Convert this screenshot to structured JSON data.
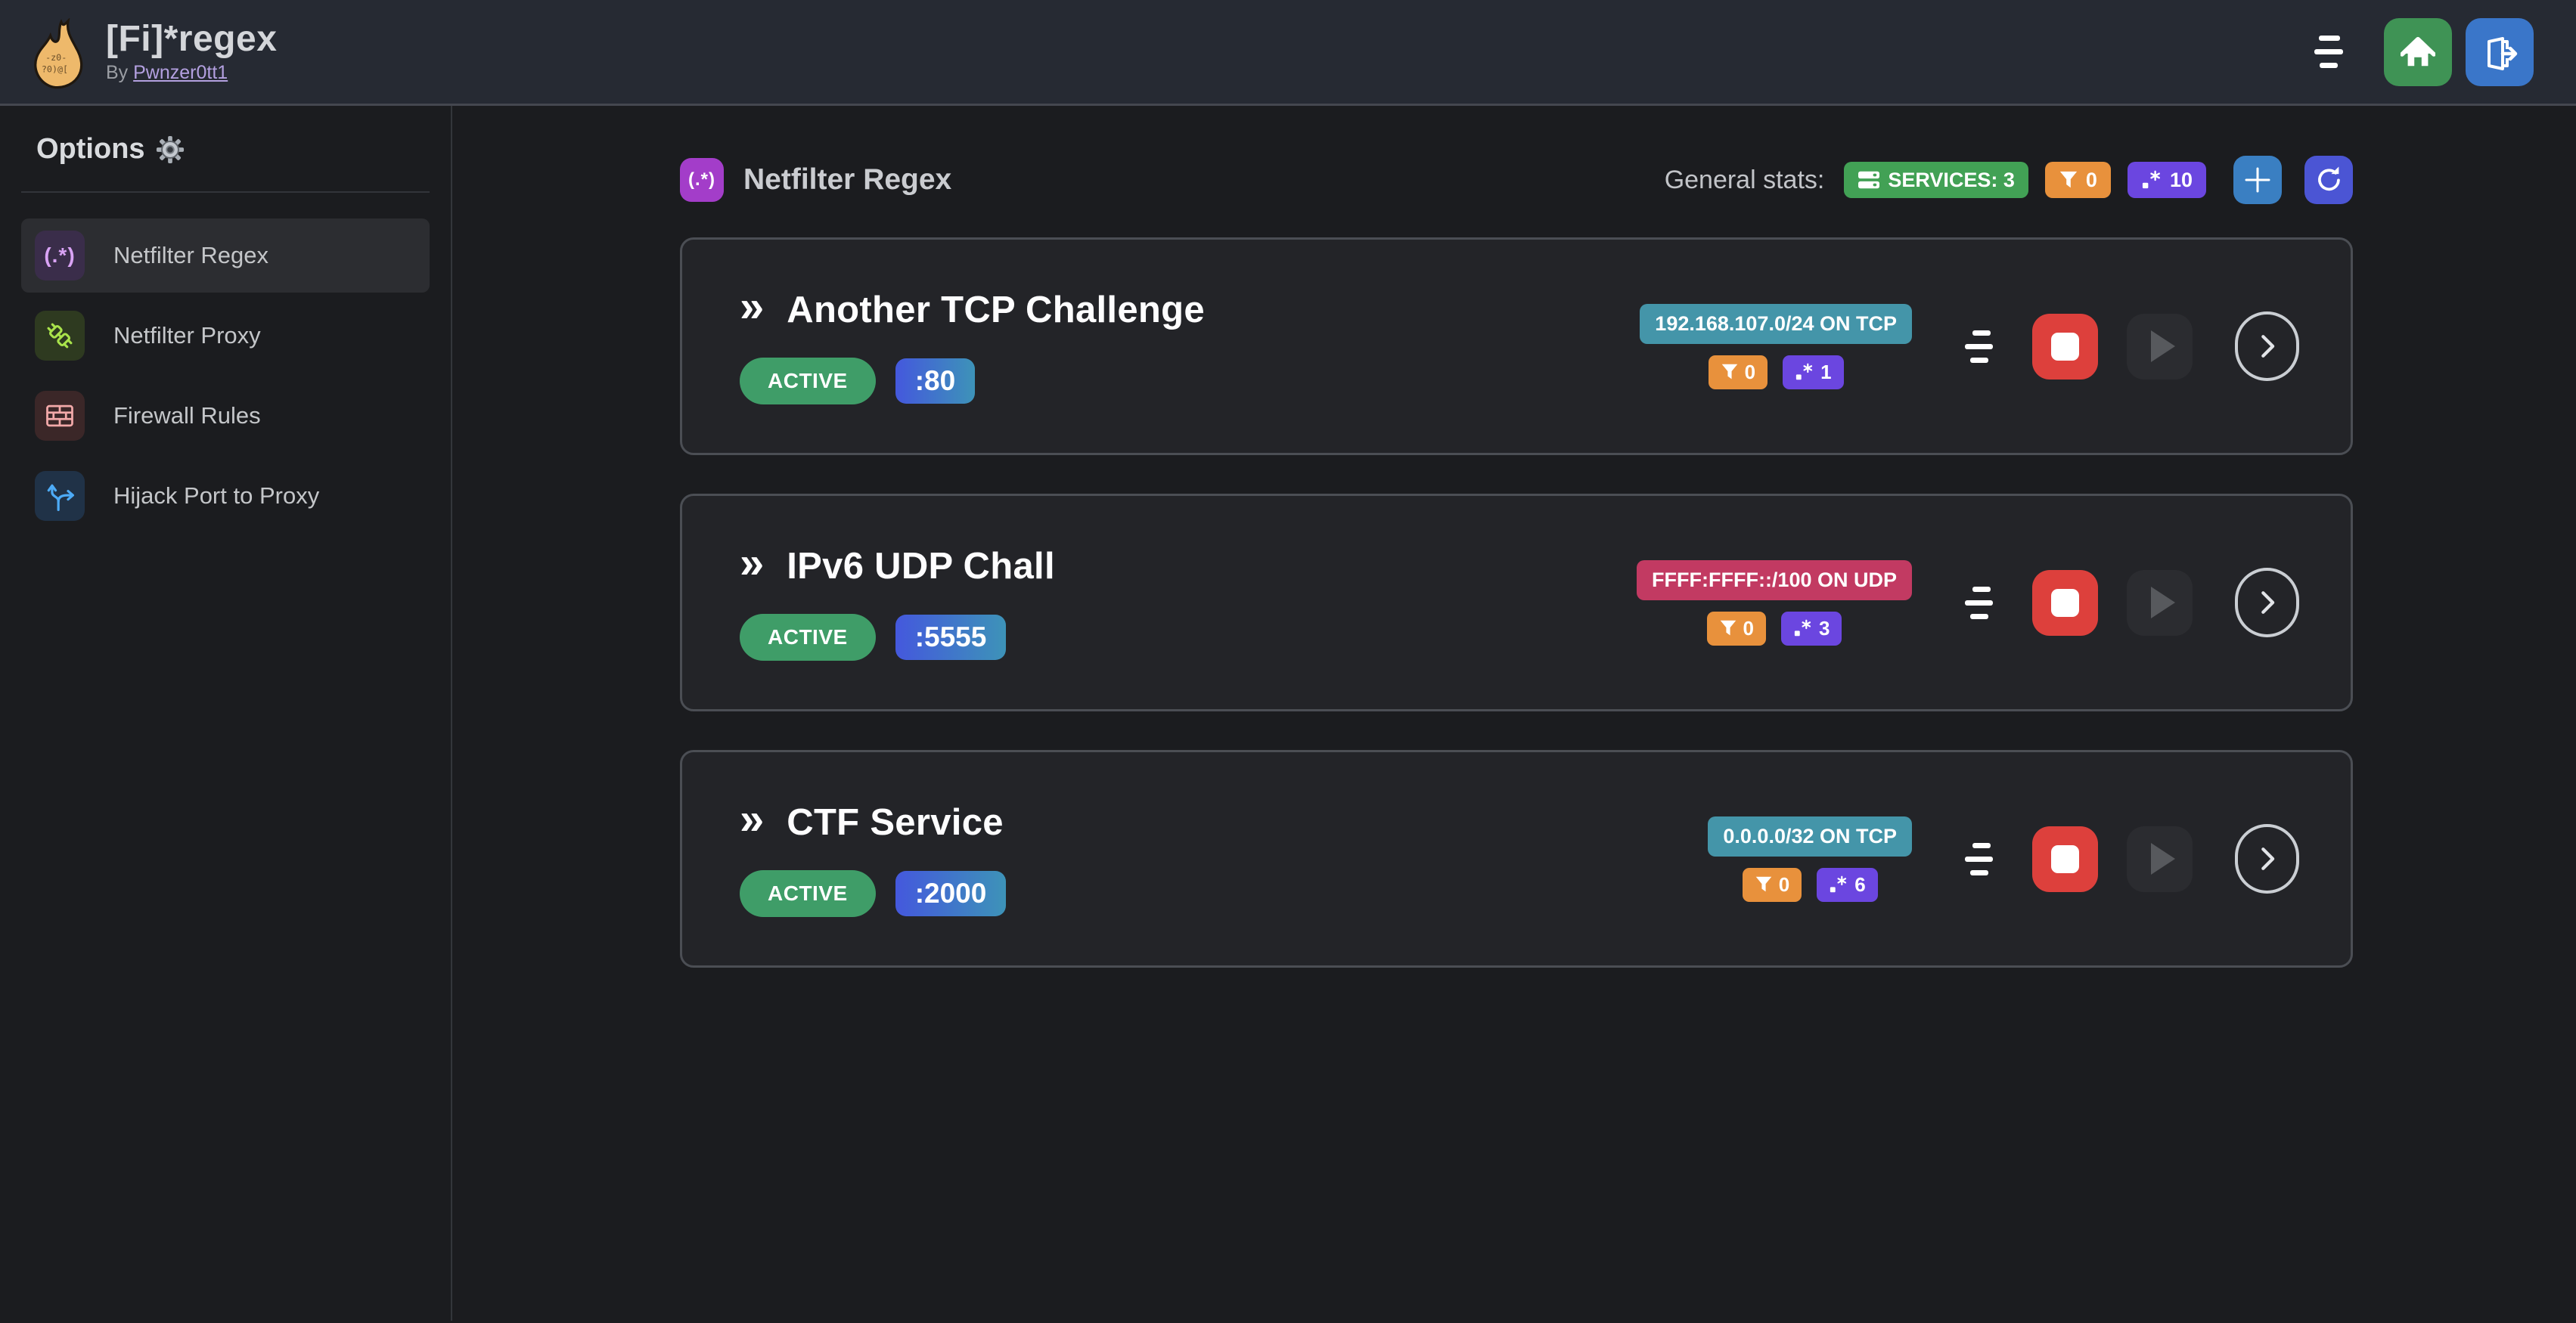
{
  "topbar": {
    "title": "[Fi]*regex",
    "by_label": "By ",
    "author_link": "Pwnzer0tt1"
  },
  "sidebar": {
    "heading": "Options",
    "items": [
      {
        "label": "Netfilter Regex",
        "icon": "regex-icon",
        "active": true
      },
      {
        "label": "Netfilter Proxy",
        "icon": "plug-icon",
        "active": false
      },
      {
        "label": "Firewall Rules",
        "icon": "firewall-bricks-icon",
        "active": false
      },
      {
        "label": "Hijack Port to Proxy",
        "icon": "split-arrows-icon",
        "active": false
      }
    ]
  },
  "main": {
    "title": "Netfilter Regex",
    "stats_label": "General stats:",
    "stats": {
      "services": "SERVICES: 3",
      "filtered": "0",
      "regexes": "10"
    },
    "services": [
      {
        "name": "Another TCP Challenge",
        "status": "ACTIVE",
        "port": ":80",
        "cidr": "192.168.107.0/24 ON TCP",
        "filtered": "0",
        "regexes": "1"
      },
      {
        "name": "IPv6 UDP Chall",
        "status": "ACTIVE",
        "port": ":5555",
        "cidr": "FFFF:FFFF::/100 ON UDP",
        "filtered": "0",
        "regexes": "3"
      },
      {
        "name": "CTF Service",
        "status": "ACTIVE",
        "port": ":2000",
        "cidr": "0.0.0.0/32 ON TCP",
        "filtered": "0",
        "regexes": "6"
      }
    ]
  },
  "glyphs": {
    "regex_chip": "(.*)",
    "double_chevron": "»"
  },
  "colors": {
    "topbar_bg": "#262a33",
    "page_bg": "#1b1c1f",
    "card_bg": "#232428",
    "card_border": "#4b4e54",
    "green_badge": "#42a155",
    "active_green": "#3f9d68",
    "orange_badge": "#e8913c",
    "violet_badge": "#6b46e0",
    "teal_badge": "#4495a9",
    "pink_badge": "#c23a62",
    "home_green": "#3f9355",
    "logout_blue": "#3a76c9",
    "plus_blue": "#3a7fc2",
    "refresh_indigo": "#4b55d4",
    "stop_red": "#dd403c",
    "link_purple": "#b3a0e0",
    "port_gradient_start": "#4458dd",
    "port_gradient_end": "#3d93b8"
  }
}
